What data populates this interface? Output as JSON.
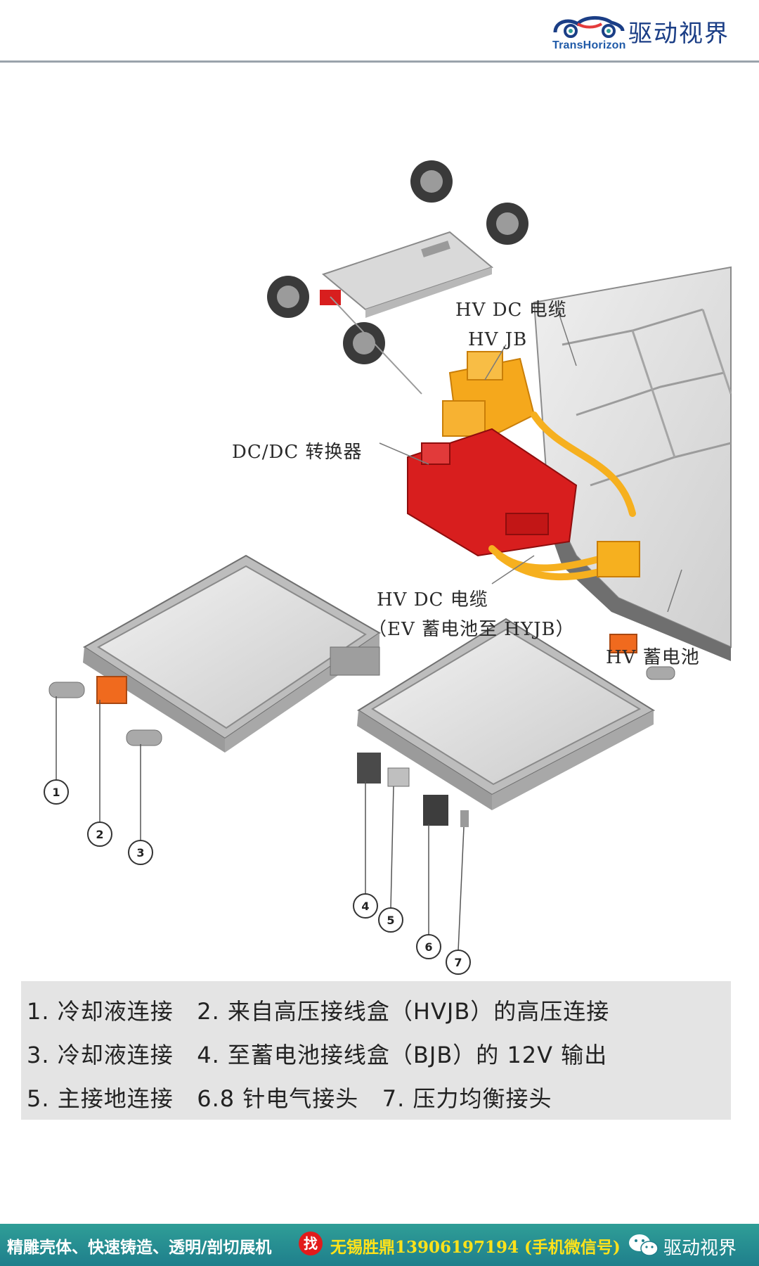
{
  "header": {
    "logo_sub": "TransHorizon",
    "logo_name": "驱动视界"
  },
  "diagram": {
    "labels": {
      "hv_dc_cable_top": "HV DC 电缆",
      "hv_jb": "HV JB",
      "dcdc_converter": "DC/DC 转换器",
      "hv_dc_cable_bottom": "HV DC 电缆",
      "hv_dc_cable_bottom_note": "（EV 蓄电池至 HYJB）",
      "hv_battery": "HV 蓄电池"
    },
    "callouts": [
      "1",
      "2",
      "3",
      "4",
      "5",
      "6",
      "7"
    ]
  },
  "legend": {
    "lines": [
      "1. 冷却液连接   2. 来自高压接线盒（HVJB）的高压连接",
      "3. 冷却液连接   4. 至蓄电池接线盒（BJB）的 12V 输出",
      "5. 主接地连接   6.8 针电气接头   7. 压力均衡接头"
    ]
  },
  "footer": {
    "promo": "精雕壳体、快速铸造、透明/剖切展机",
    "badge": "找",
    "contact": "无锡胜鼎13906197194 (手机微信号)",
    "account": "驱动视界"
  },
  "colors": {
    "brand_blue": "#1b3e86",
    "converter_red": "#d81e1e",
    "junction_orange": "#f5a81c",
    "connector_orange": "#f06a1e",
    "footer_teal": "#2a8f93",
    "contact_yellow": "#ffe21a"
  }
}
